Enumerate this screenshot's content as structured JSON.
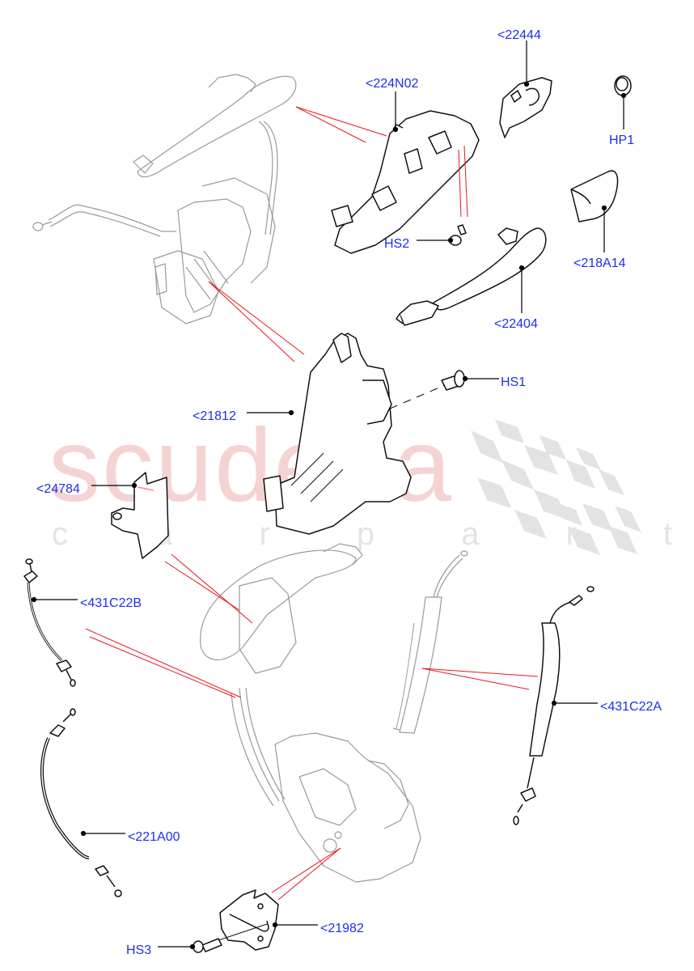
{
  "diagram": {
    "type": "exploded-parts-diagram",
    "subject": "door handle and latch assembly",
    "colors": {
      "background": "#ffffff",
      "label": "#1d2ef0",
      "leader_line": "#000000",
      "reference_line": "#e8171f",
      "watermark_main": "#f6d3d3",
      "watermark_sub": "#e4e4e4",
      "checker_flag": "#e3e3e3",
      "ghost_part_stroke": "#9a9a9a",
      "part_stroke": "#111111"
    }
  },
  "watermark": {
    "main": "scuderia",
    "sub": "c a r   p a r t s"
  },
  "callouts": [
    {
      "id": "224N02",
      "label": "<224N02"
    },
    {
      "id": "22444",
      "label": "<22444"
    },
    {
      "id": "HP1",
      "label": "HP1"
    },
    {
      "id": "HS2",
      "label": "HS2"
    },
    {
      "id": "218A14",
      "label": "<218A14"
    },
    {
      "id": "22404",
      "label": "<22404"
    },
    {
      "id": "HS1",
      "label": "HS1"
    },
    {
      "id": "21812",
      "label": "<21812"
    },
    {
      "id": "24784",
      "label": "<24784"
    },
    {
      "id": "431C22B",
      "label": "<431C22B"
    },
    {
      "id": "431C22A",
      "label": "<431C22A"
    },
    {
      "id": "221A00",
      "label": "<221A00"
    },
    {
      "id": "21982",
      "label": "<21982"
    },
    {
      "id": "HS3",
      "label": "HS3"
    }
  ]
}
